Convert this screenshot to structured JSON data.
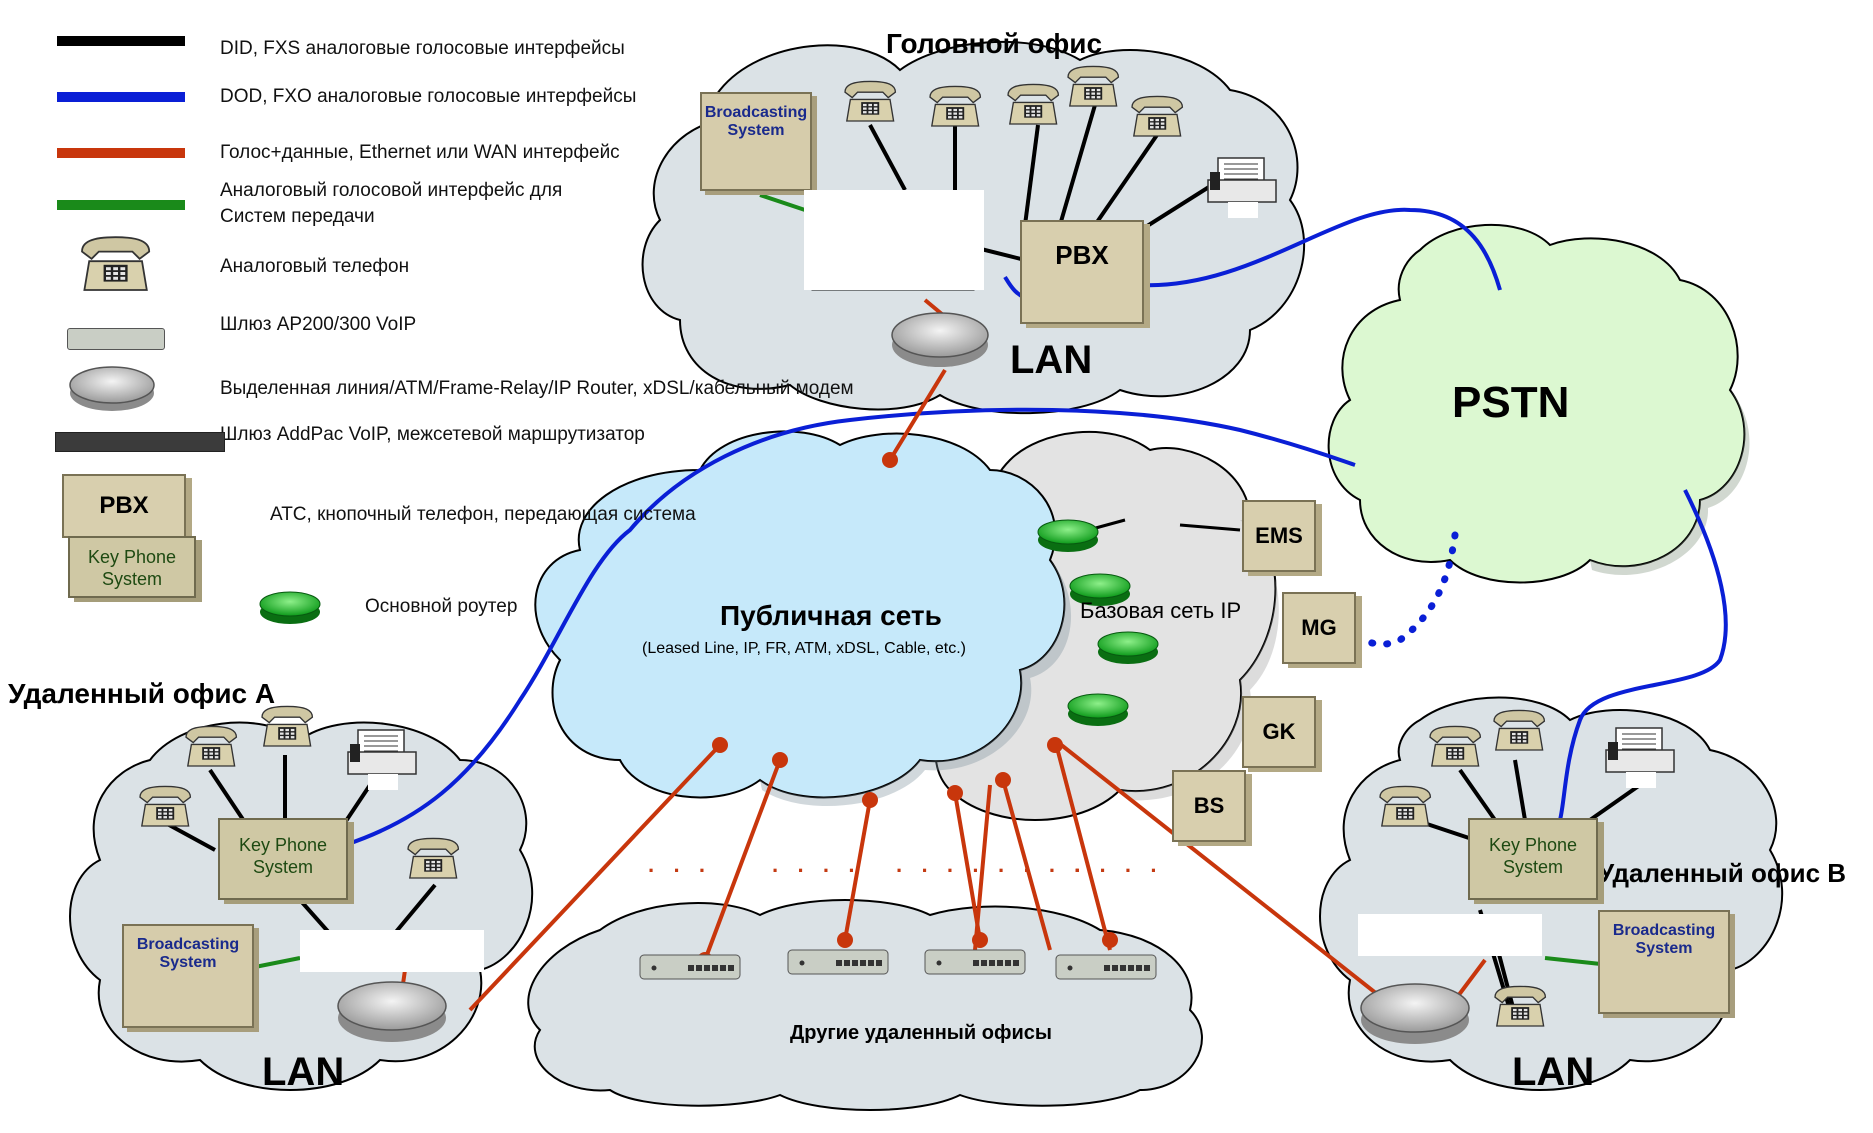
{
  "legend": {
    "items": [
      {
        "label": "DID, FXS аналоговые голосовые интерфейсы",
        "color": "#000000"
      },
      {
        "label": "DOD, FXO аналоговые голосовые интерфейсы",
        "color": "#0a1fd6"
      },
      {
        "label": "Голос+данные, Ethernet или WAN интерфейс",
        "color": "#c8360c"
      },
      {
        "label": "Аналоговый голосовой интерфейс для",
        "label2": "Систем передачи",
        "color": "#1a8a1a"
      },
      {
        "label": "Аналоговый телефон"
      },
      {
        "label": "Шлюз AP200/300 VoIP"
      },
      {
        "label": "Выделенная линия/ATM/Frame-Relay/IP Router, xDSL/кабельный модем"
      },
      {
        "label": "Шлюз AddPac VoIP, межсетевой маршрутизатор"
      },
      {
        "label": "АТС, кнопочный телефон, передающая система"
      },
      {
        "label": "Основной роутер"
      }
    ],
    "pbx_label": "PBX",
    "key_phone_label": "Key Phone System"
  },
  "head_office": {
    "title": "Головной офис",
    "broadcasting": "Broadcasting System",
    "pbx": "PBX",
    "lan": "LAN"
  },
  "pstn": {
    "label": "PSTN"
  },
  "public_network": {
    "title": "Публичная сеть",
    "subtitle": "(Leased Line, IP, FR, ATM, xDSL, Cable, etc.)"
  },
  "core_network": {
    "title": "Базовая сеть IP",
    "servers": [
      "EMS",
      "MG",
      "GK",
      "BS"
    ]
  },
  "remote_a": {
    "title": "Удаленный офис A",
    "key_phone": "Key Phone System",
    "broadcasting": "Broadcasting System",
    "lan": "LAN"
  },
  "remote_b": {
    "title": "Удаленный офис B",
    "key_phone": "Key Phone System",
    "broadcasting": "Broadcasting System",
    "lan": "LAN"
  },
  "other_offices": {
    "title": "Другие удаленный офисы",
    "dots": [
      "· · ·",
      "· · · ·",
      "· · · ·",
      "· · · ·",
      "· · · ·"
    ]
  },
  "colors": {
    "fxs": "#000000",
    "fxo": "#0a1fd6",
    "ethernet": "#c8360c",
    "broadcast": "#1a8a1a",
    "cloud_gray": "#dde3e7",
    "cloud_blue": "#c7e6f7",
    "cloud_green": "#d9f7cf"
  }
}
